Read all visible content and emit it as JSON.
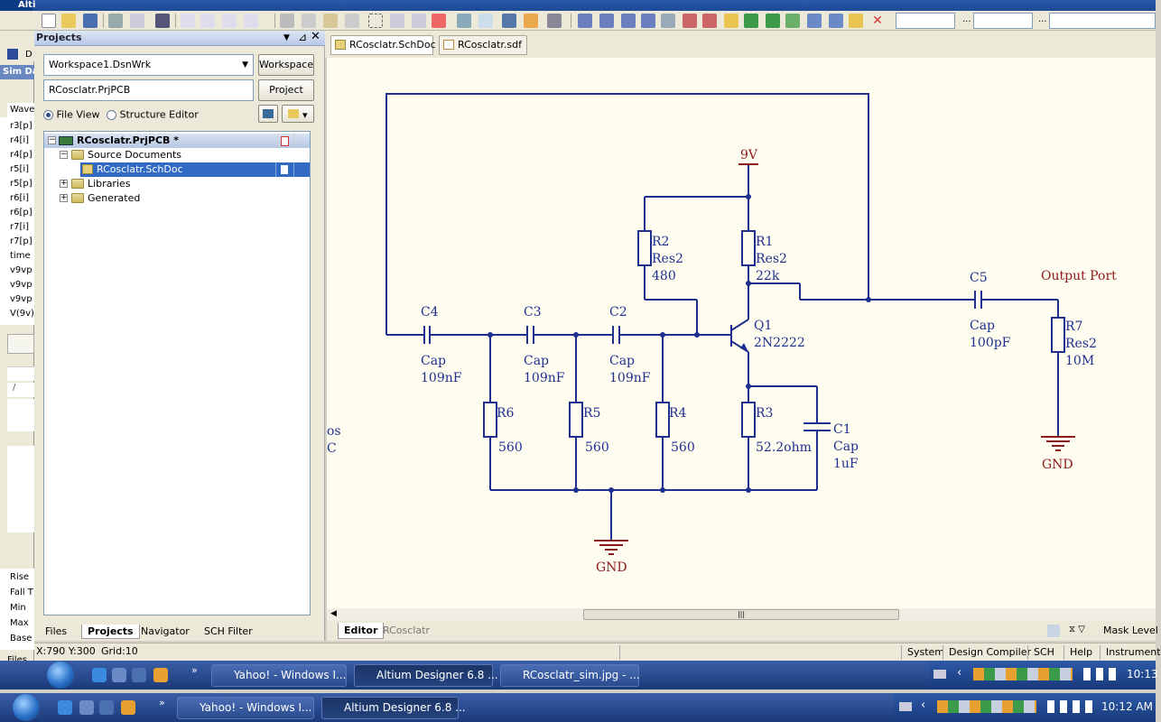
{
  "app": {
    "title_fragment": "Alti"
  },
  "sim_panel": {
    "label": "Sim Da",
    "wave_header": "Wave",
    "signals": [
      "r3[p]",
      "r4[i]",
      "r4[p]",
      "r5[i]",
      "r5[p]",
      "r6[i]",
      "r6[p]",
      "r7[i]",
      "r7[p]",
      "time",
      "v9vp",
      "v9vp",
      "v9vp",
      "V(9v)"
    ],
    "bottom_labels": [
      "Rise",
      "Fall T",
      "Min",
      "Max",
      "Base"
    ],
    "slash_label": "/",
    "files_tab": "Files"
  },
  "projects_panel": {
    "title": "Projects",
    "workspace_value": "Workspace1.DsnWrk",
    "workspace_button": "Workspace",
    "project_value": "RCosclatr.PrjPCB",
    "project_button": "Project",
    "view_file": "File View",
    "view_structure": "Structure Editor",
    "tree": {
      "project": "RCosclatr.PrjPCB *",
      "source_docs": "Source Documents",
      "schdoc": "RCosclatr.SchDoc",
      "libraries": "Libraries",
      "generated": "Generated"
    },
    "tabs": [
      "Files",
      "Projects",
      "Navigator",
      "SCH Filter"
    ]
  },
  "doc_tabs": [
    "RCosclatr.SchDoc",
    "RCosclatr.sdf *"
  ],
  "editor_tabs": [
    "Editor",
    "RCosclatr"
  ],
  "mask_level": "Mask Level",
  "status": {
    "coords": "X:790 Y:300",
    "grid": "Grid:10",
    "buttons": [
      "System",
      "Design Compiler",
      "SCH",
      "Help",
      "Instrument"
    ]
  },
  "taskbar_upper": {
    "buttons": [
      "Yahoo! - Windows I...",
      "Altium Designer 6.8 ...",
      "RCosclatr_sim.jpg - ..."
    ],
    "clock": "10:13"
  },
  "taskbar_lower": {
    "buttons": [
      "Yahoo! - Windows I...",
      "Altium Designer 6.8 ..."
    ],
    "clock": "10:12 AM"
  },
  "schematic": {
    "power_label": "9V",
    "gnd_labels": [
      "GND",
      "GND"
    ],
    "output_port": "Output Port",
    "partial_text": [
      "os",
      "C"
    ],
    "components": [
      {
        "ref": "R1",
        "type": "Res2",
        "value": "22k"
      },
      {
        "ref": "R2",
        "type": "Res2",
        "value": "480"
      },
      {
        "ref": "R3",
        "value": "52.2ohm"
      },
      {
        "ref": "R4",
        "value": "560"
      },
      {
        "ref": "R5",
        "value": "560"
      },
      {
        "ref": "R6",
        "value": "560"
      },
      {
        "ref": "R7",
        "type": "Res2",
        "value": "10M"
      },
      {
        "ref": "C1",
        "type": "Cap",
        "value": "1uF"
      },
      {
        "ref": "C2",
        "type": "Cap",
        "value": "109nF"
      },
      {
        "ref": "C3",
        "type": "Cap",
        "value": "109nF"
      },
      {
        "ref": "C4",
        "type": "Cap",
        "value": "109nF"
      },
      {
        "ref": "C5",
        "type": "Cap",
        "value": "100pF"
      },
      {
        "ref": "Q1",
        "value": "2N2222"
      }
    ]
  },
  "colors": {
    "wire": "#1f2f8f",
    "power": "#8b1a1a",
    "canvas": "#fffdf0",
    "selection": "#316ac5"
  }
}
